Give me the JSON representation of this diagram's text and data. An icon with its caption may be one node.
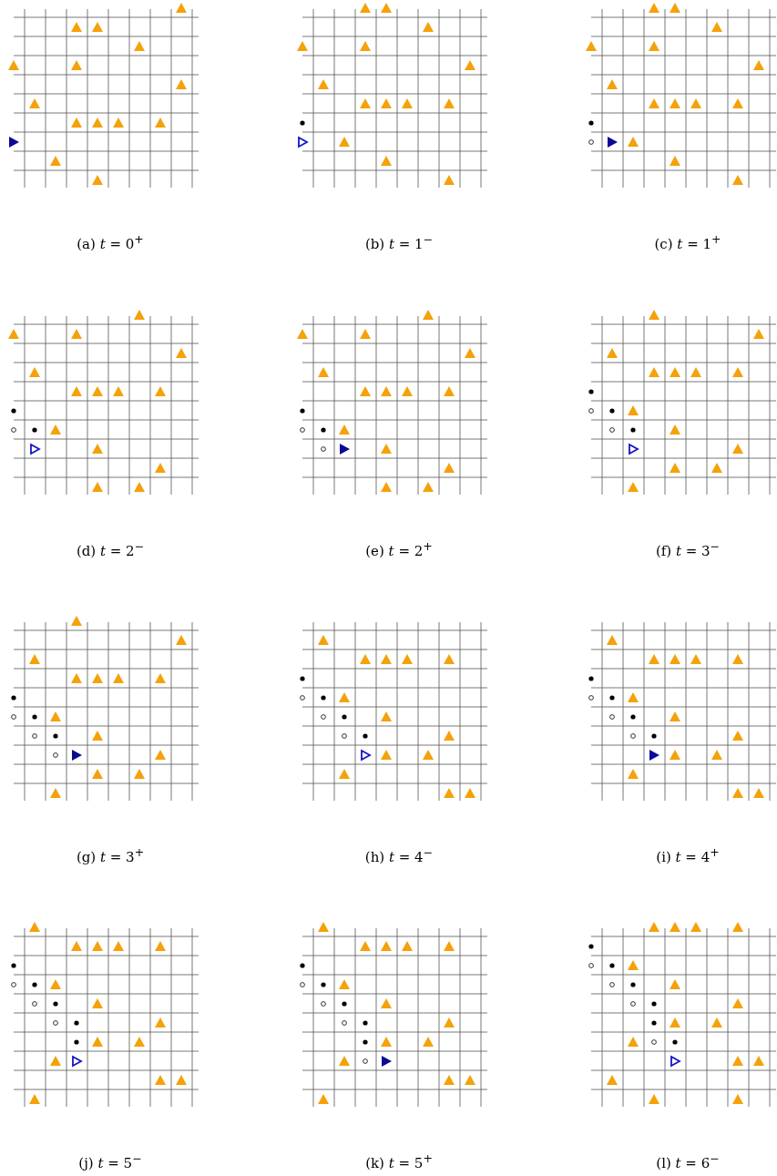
{
  "diagram": {
    "labels": [
      "(a) *t* = 0$^{+}$",
      "(b) *t* = 1$^{−}$",
      "(c) *t* = 1$^{+}$",
      "(d) *t* = 2$^{−}$",
      "(e) *t* = 2$^{+}$",
      "(f) *t* = 3$^{−}$",
      "(g) *t* = 3$^{+}$",
      "(h) *t* = 4$^{−}$",
      "(i) *t* = 4$^{+}$",
      "(j) *t* = 5$^{−}$",
      "(k) *t* = 5$^{+}$",
      "(l) *t* = 6$^{−}$"
    ]
  }
}
